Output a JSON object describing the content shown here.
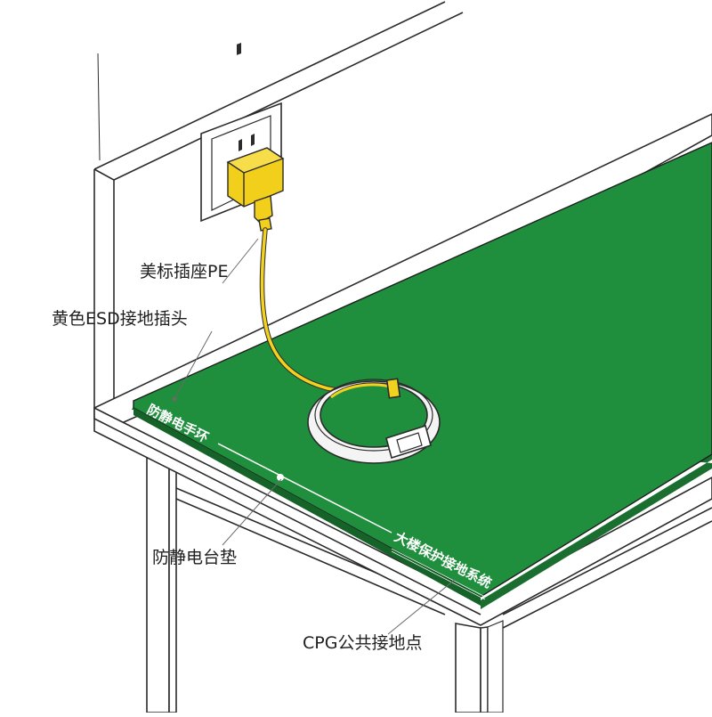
{
  "labels": {
    "us_socket_pe": "美标插座PE",
    "yellow_esd_plug": "黄色ESD接地插头",
    "wrist_strap": "防静电手环",
    "esd_mat": "防静电台垫",
    "building_ground": "大楼保护接地系统",
    "cpg_point": "CPG公共接地点"
  },
  "colors": {
    "mat_green": "#1f8f3d",
    "mat_edge": "#1a6f30",
    "plug_yellow": "#f2cf1b",
    "cord_yellow": "#f3d21f",
    "line": "#2b2b2b",
    "wall": "#ffffff"
  }
}
